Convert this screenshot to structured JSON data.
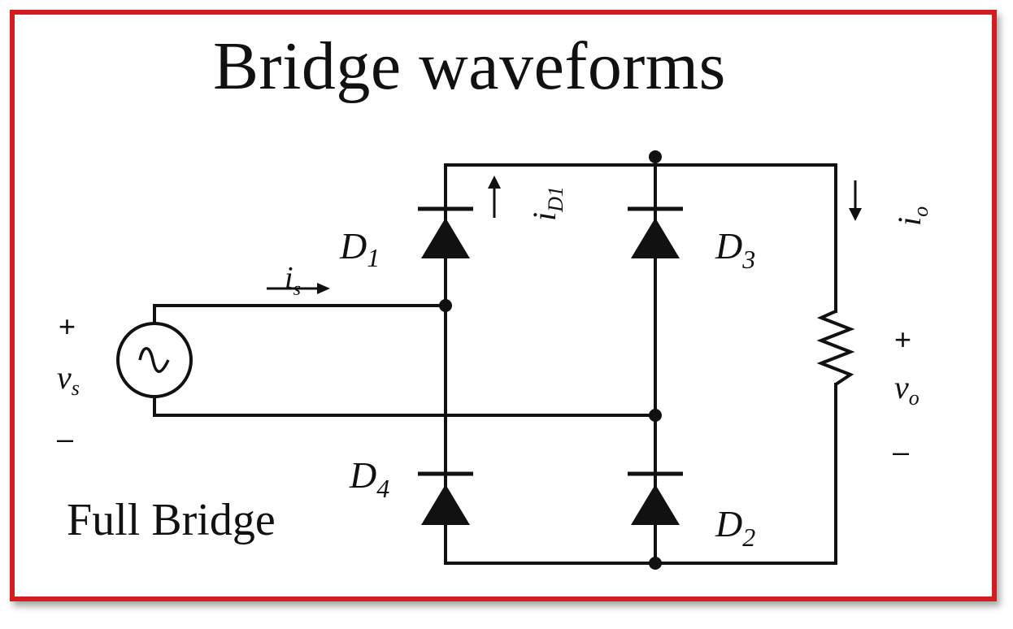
{
  "title": "Bridge waveforms",
  "caption": "Full Bridge",
  "colors": {
    "frame": "#d21c21",
    "ink": "#111111"
  },
  "labels": {
    "D1": {
      "main": "D",
      "sub": "1"
    },
    "D2": {
      "main": "D",
      "sub": "2"
    },
    "D3": {
      "main": "D",
      "sub": "3"
    },
    "D4": {
      "main": "D",
      "sub": "4"
    },
    "iD1": {
      "main": "i",
      "sub": "D1"
    },
    "io": {
      "main": "i",
      "sub": "o"
    },
    "is": {
      "main": "i",
      "sub": "s"
    },
    "vs": {
      "main": "v",
      "sub": "s"
    },
    "vo": {
      "main": "v",
      "sub": "o"
    },
    "vs_plus": "+",
    "vs_minus": "–",
    "vo_plus": "+",
    "vo_minus": "–"
  },
  "icons": {
    "source": "ac-source-icon",
    "diode": "diode-icon",
    "resistor": "resistor-icon",
    "arrow": "current-arrow-icon"
  }
}
